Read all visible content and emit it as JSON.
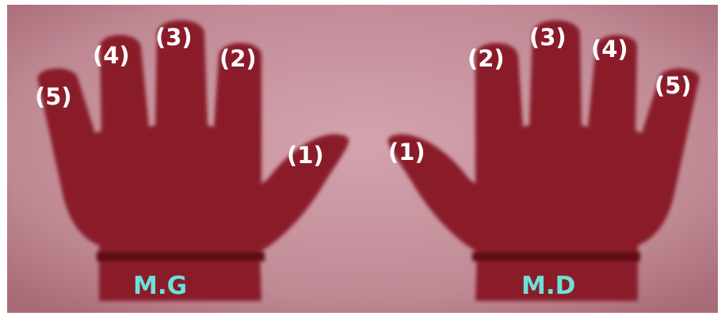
{
  "colors": {
    "background": "#c08a95",
    "hand": "#8a1f2c",
    "finger_label": "#ffffff",
    "hand_label": "#6ee0d8"
  },
  "left_hand": {
    "name": "M.G",
    "fingers": [
      {
        "number": "(1)"
      },
      {
        "number": "(2)"
      },
      {
        "number": "(3)"
      },
      {
        "number": "(4)"
      },
      {
        "number": "(5)"
      }
    ]
  },
  "right_hand": {
    "name": "M.D",
    "fingers": [
      {
        "number": "(1)"
      },
      {
        "number": "(2)"
      },
      {
        "number": "(3)"
      },
      {
        "number": "(4)"
      },
      {
        "number": "(5)"
      }
    ]
  }
}
